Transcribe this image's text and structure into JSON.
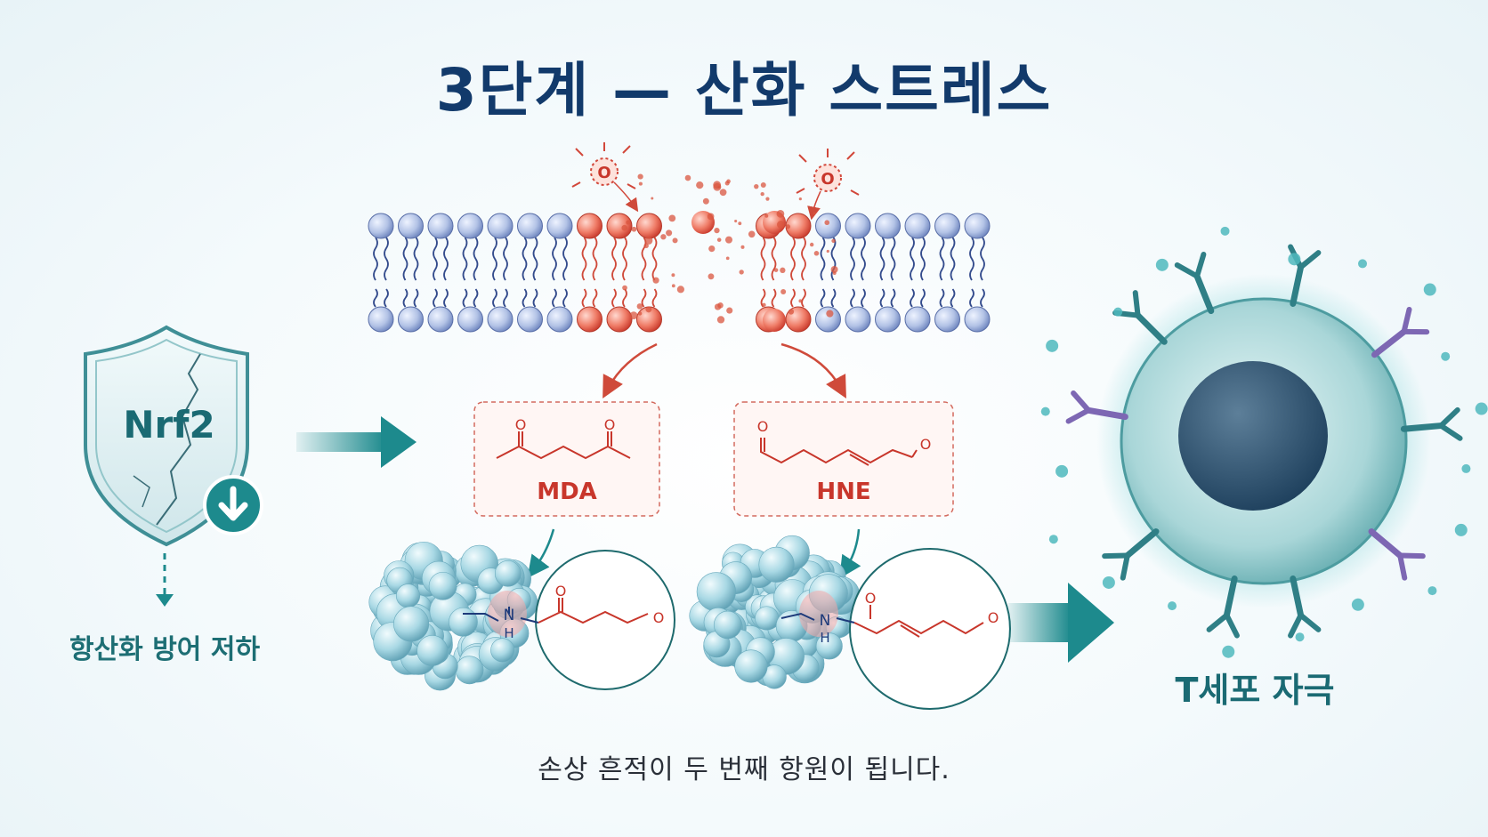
{
  "title": "3단계 — 산화 스트레스",
  "shield": {
    "label": "Nrf2",
    "caption": "항산화 방어 저하",
    "icon": "arrow-down-icon"
  },
  "molecules": [
    {
      "name": "MDA",
      "atom_labels": [
        "O",
        "O"
      ]
    },
    {
      "name": "HNE",
      "atom_labels": [
        "O",
        "O"
      ]
    }
  ],
  "adducts": [
    {
      "atom_labels": [
        "N",
        "H",
        "O",
        "O"
      ]
    },
    {
      "atom_labels": [
        "N",
        "H",
        "O",
        "O"
      ]
    }
  ],
  "radical_label": "O",
  "tcell_label": "T세포 자극",
  "caption": "손상 흔적이 두 번째 항원이 됩니다.",
  "colors": {
    "title": "#123a6b",
    "teal": "#1d7f85",
    "red": "#cf3a2e",
    "lipid_head": "#b9c8e6",
    "protein": "#9fd3e0"
  }
}
